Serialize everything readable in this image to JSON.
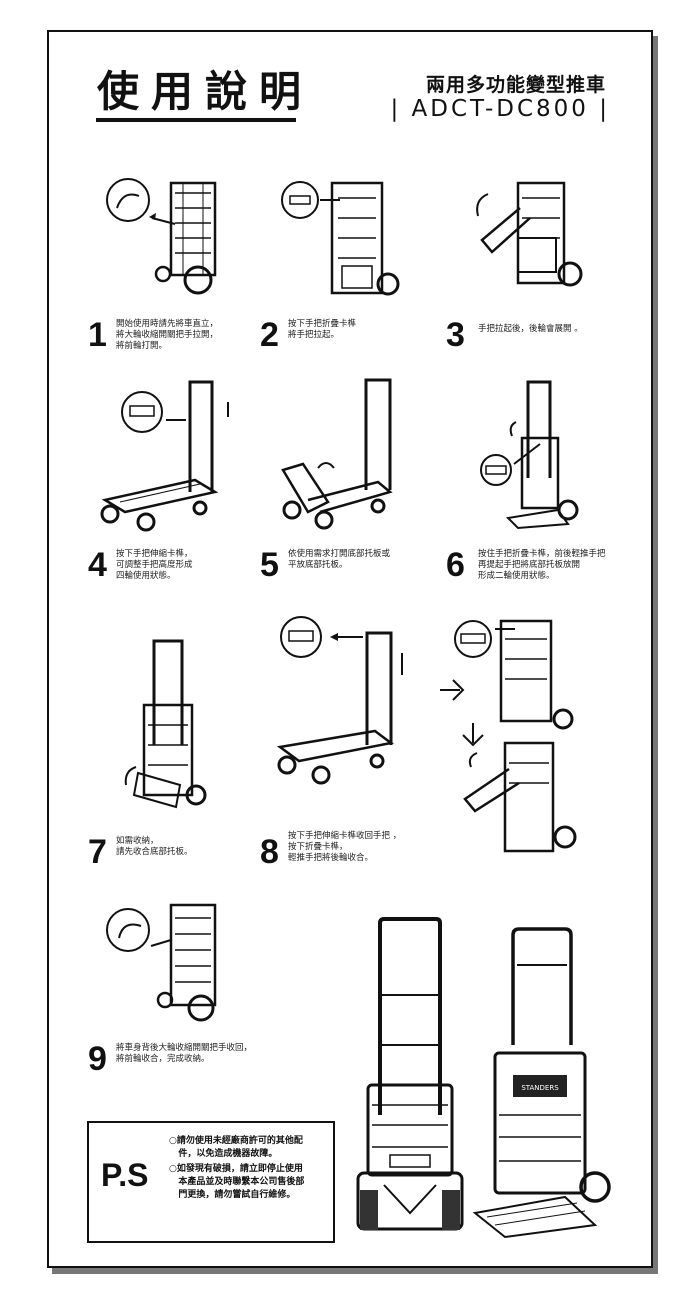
{
  "header": {
    "title": "使用說明",
    "product_name": "兩用多功能變型推車",
    "model_code": "| ADCT-DC800 |"
  },
  "steps": [
    {
      "number": "1",
      "text": "開始使用時請先將車直立，\n將大輪收縮開關把手拉開，\n將前輪打開。"
    },
    {
      "number": "2",
      "text": "按下手把折疊卡榫\n將手把拉起。"
    },
    {
      "number": "3",
      "text": "手把拉起後，後輪會展開 。"
    },
    {
      "number": "4",
      "text": "按下手把伸縮卡榫，\n可調整手把高度形成\n四輪使用狀態。"
    },
    {
      "number": "5",
      "text": "依使用需求打開底部托板或\n平放底部托板。"
    },
    {
      "number": "6",
      "text": "按住手把折疊卡榫，前後輕推手把\n再提起手把將底部托板放開\n形成二輪使用狀態。"
    },
    {
      "number": "7",
      "text": "如需收納，\n請先收合底部托板。"
    },
    {
      "number": "8",
      "text": "按下手把伸縮卡榫收回手把 ，\n按下折疊卡榫，\n輕推手把將後輪收合。"
    },
    {
      "number": "9",
      "text": "將車身背後大輪收縮開關把手收回，\n將前輪收合，完成收納。"
    }
  ],
  "ps": {
    "label": "P.S",
    "note_1": "○請勿使用未經廠商許可的其他配\n   件，以免造成機器故障。",
    "note_2": "○如發現有破損，請立即停止使用\n   本產品並及時聯繫本公司售後部\n   門更換，請勿嘗試自行維修。"
  },
  "brand_label": "STANDERS"
}
